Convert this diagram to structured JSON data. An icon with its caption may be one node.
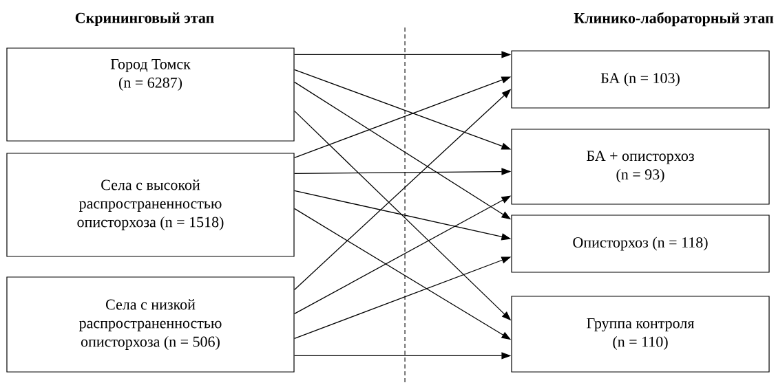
{
  "diagram": {
    "nodes": [
      {
        "text": [
          "Город Томск (n = 6287)"
        ]
      },
      {
        "text": [
          "Села с высокой распространенностью описторхоза (n = 1518)"
        ]
      },
      {
        "text": [
          "Села с низкой распространенностью описторхоза (n = 506)"
        ]
      },
      {
        "text": [
          "БА (n = 103)"
        ]
      },
      {
        "text": [
          "БА + описторхоз (n = 93)"
        ]
      },
      {
        "text": [
          "Описторхоз (n = 118)"
        ]
      },
      {
        "text": [
          "Группа контроля (n = 110)"
        ]
      }
    ],
    "edges": [
      {
        "from": 0,
        "to": 3,
        "arrow": "to"
      },
      {
        "from": 0,
        "to": 4,
        "arrow": "to"
      },
      {
        "from": 0,
        "to": 5,
        "arrow": "to"
      },
      {
        "from": 0,
        "to": 6,
        "arrow": "to"
      },
      {
        "from": 1,
        "to": 3,
        "arrow": "to"
      },
      {
        "from": 1,
        "to": 4,
        "arrow": "to"
      },
      {
        "from": 1,
        "to": 5,
        "arrow": "to"
      },
      {
        "from": 1,
        "to": 6,
        "arrow": "to"
      },
      {
        "from": 2,
        "to": 3,
        "arrow": "to"
      },
      {
        "from": 2,
        "to": 4,
        "arrow": "to"
      },
      {
        "from": 2,
        "to": 5,
        "arrow": "to"
      },
      {
        "from": 2,
        "to": 6,
        "arrow": "to"
      }
    ],
    "labels": [
      "Скрининговый этап",
      "Клинико-лабораторный этап"
    ]
  }
}
